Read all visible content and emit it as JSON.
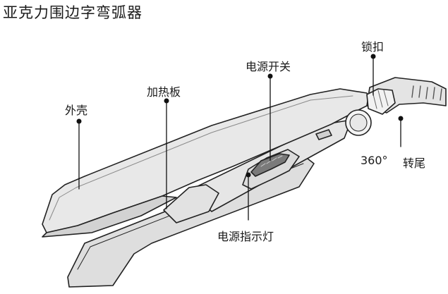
{
  "title": "亚克力围边字弯弧器",
  "labels": {
    "shell": "外壳",
    "heating_plate": "加热板",
    "power_switch": "电源开关",
    "lock": "锁扣",
    "swivel_degree": "360°",
    "swivel": "转尾",
    "power_indicator": "电源指示灯"
  }
}
